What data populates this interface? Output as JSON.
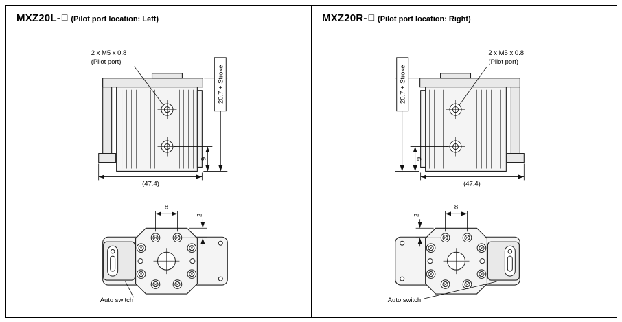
{
  "page": {
    "background": "#ffffff",
    "frame_color": "#000000"
  },
  "panels": [
    {
      "title": {
        "model": "MXZ20L-",
        "placeholder": "□",
        "note": "(Pilot port location: Left)"
      },
      "dims": {
        "pilot_line1": "2 x M5 x 0.8",
        "pilot_line2": "(Pilot port)",
        "stroke": "20.7 + Stroke",
        "height_9": "9",
        "width_47_4": "(47.4)",
        "pitch_8": "8",
        "offset_2": "2",
        "auto_switch_label": "Auto switch"
      }
    },
    {
      "title": {
        "model": "MXZ20R-",
        "placeholder": "□",
        "note": "(Pilot port location: Right)"
      },
      "dims": {
        "pilot_line1": "2 x M5 x 0.8",
        "pilot_line2": "(Pilot port)",
        "stroke": "20.7 + Stroke",
        "height_9": "9",
        "width_47_4": "(47.4)",
        "pitch_8": "8",
        "offset_2": "2",
        "auto_switch_label": "Auto switch"
      }
    }
  ]
}
